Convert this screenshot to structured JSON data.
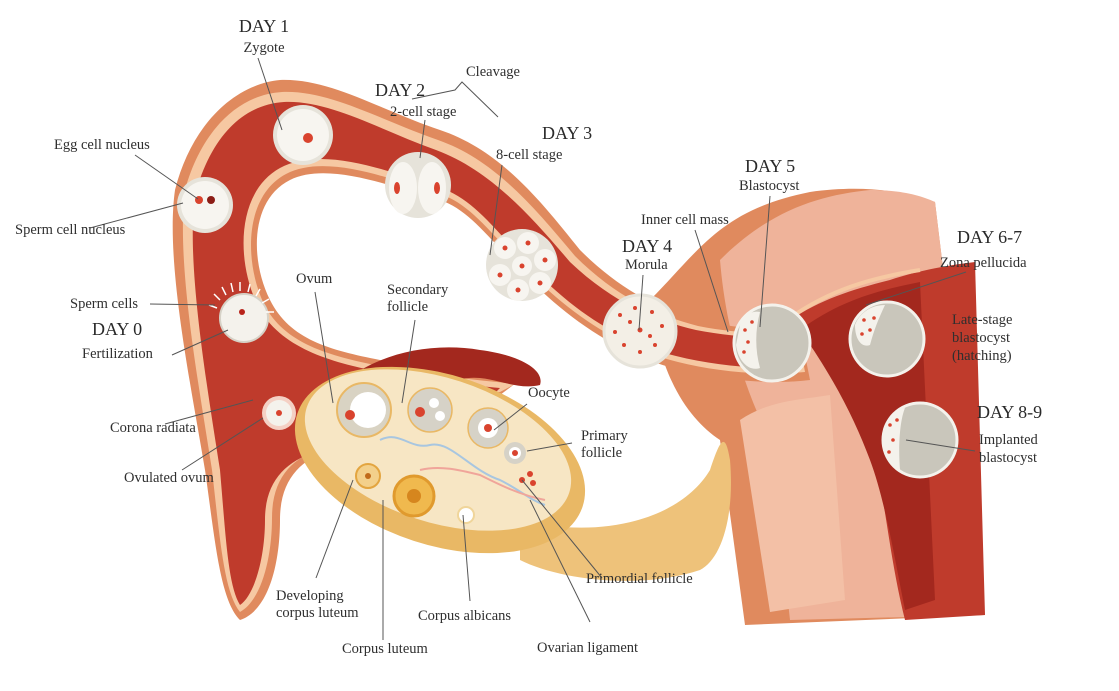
{
  "title": "Fertilization and implantation timeline",
  "stages": {
    "day0": {
      "day": "DAY 0",
      "label": "Fertilization"
    },
    "day1": {
      "day": "DAY 1",
      "label": "Zygote"
    },
    "day2": {
      "day": "DAY 2",
      "label": "2-cell stage"
    },
    "day3": {
      "day": "DAY 3",
      "label": "8-cell stage"
    },
    "day4": {
      "day": "DAY 4",
      "label": "Morula"
    },
    "day5": {
      "day": "DAY 5",
      "label": "Blastocyst"
    },
    "day67": {
      "day": "DAY 6-7",
      "label": "Zona pellucida"
    },
    "day89": {
      "day": "DAY 8-9",
      "label_line1": "Implanted",
      "label_line2": "blastocyst"
    }
  },
  "labels": {
    "cleavage": "Cleavage",
    "egg_cell_nucleus": "Egg cell nucleus",
    "sperm_cell_nucleus": "Sperm cell nucleus",
    "sperm_cells": "Sperm cells",
    "corona_radiata": "Corona radiata",
    "ovulated_ovum": "Ovulated ovum",
    "ovum": "Ovum",
    "secondary_follicle_1": "Secondary",
    "secondary_follicle_2": "follicle",
    "oocyte": "Oocyte",
    "primary_follicle_1": "Primary",
    "primary_follicle_2": "follicle",
    "primordial_follicle": "Primordial follicle",
    "ovarian_ligament": "Ovarian ligament",
    "corpus_albicans": "Corpus albicans",
    "corpus_luteum": "Corpus luteum",
    "developing_cl_1": "Developing",
    "developing_cl_2": "corpus luteum",
    "inner_cell_mass": "Inner cell mass",
    "late_stage_1": "Late-stage",
    "late_stage_2": "blastocyst",
    "late_stage_3": "(hatching)"
  },
  "colors": {
    "tube_dark": "#a3281e",
    "tube_mid": "#bf3b2c",
    "tube_outer": "#e08a5e",
    "tube_rim": "#f6c8a2",
    "uterus_light": "#efb39a",
    "ovary_fill": "#f7e6c4",
    "ovary_rim": "#e9b865",
    "cell_white": "#f4f2ec",
    "cell_gray": "#c9c6bb",
    "nucleus_red": "#d9432e",
    "leader_line": "#555555"
  }
}
